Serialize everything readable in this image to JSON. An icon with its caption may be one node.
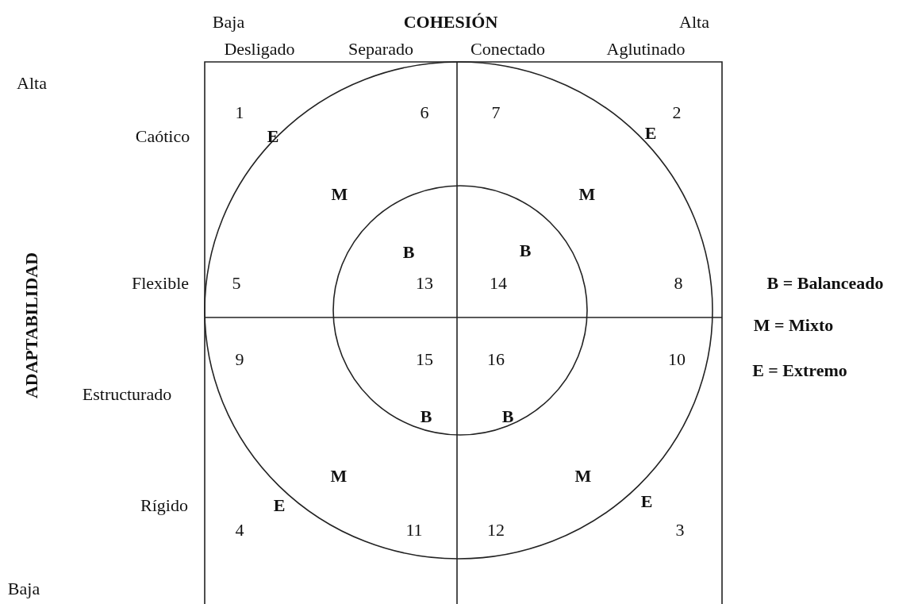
{
  "diagram": {
    "title": "COHESIÓN",
    "labels": [
      "Baja",
      "Alta",
      "Desligado",
      "Separado",
      "Conectado",
      "Aglutinado",
      "Alta",
      "1",
      "6",
      "7",
      "2",
      "Caótico",
      "E",
      "E",
      "M",
      "M",
      "ADAPTABILIDAD",
      "B",
      "B",
      "Flexible",
      "5",
      "13",
      "14",
      "8",
      "B = Balanceado",
      "M = Mixto",
      "9",
      "15",
      "16",
      "10",
      "E = Extremo",
      "Estructurado",
      "B",
      "B",
      "M",
      "M",
      "Rígido",
      "E",
      "E",
      "4",
      "11",
      "12",
      "3",
      "Baja"
    ]
  }
}
